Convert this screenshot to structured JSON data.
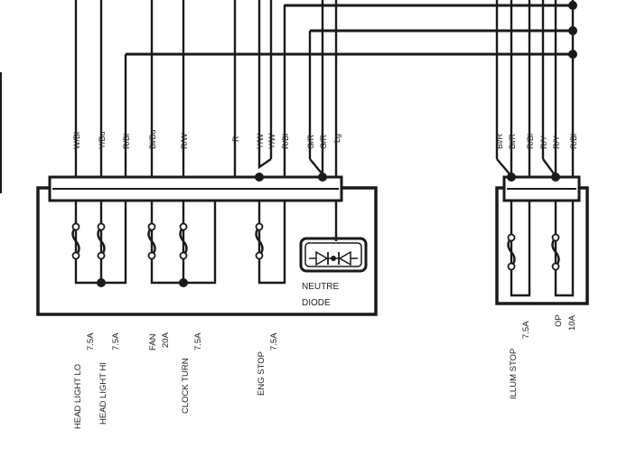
{
  "wires_left": [
    {
      "id": "w1",
      "label": "W/Bl"
    },
    {
      "id": "w2",
      "label": "Y/Bu"
    },
    {
      "id": "w3",
      "label": "R/Bl"
    },
    {
      "id": "w4",
      "label": "Bl/Bu"
    },
    {
      "id": "w5",
      "label": "R/W"
    },
    {
      "id": "w6",
      "label": "R"
    },
    {
      "id": "w7",
      "label": "Y/W"
    },
    {
      "id": "w8",
      "label": "Y/W"
    },
    {
      "id": "w9",
      "label": "R/Bl"
    },
    {
      "id": "w10",
      "label": "G/R"
    },
    {
      "id": "w11",
      "label": "G/R"
    },
    {
      "id": "w12",
      "label": "Lg"
    }
  ],
  "wires_right": [
    {
      "id": "r1",
      "label": "Bl/R"
    },
    {
      "id": "r2",
      "label": "Bl/R"
    },
    {
      "id": "r3",
      "label": "R/Bl"
    },
    {
      "id": "r4",
      "label": "R/Y"
    },
    {
      "id": "r5",
      "label": "R/Y"
    },
    {
      "id": "r6",
      "label": "R/Bl"
    }
  ],
  "fuses": [
    {
      "name": "HEAD LIGHT LO",
      "rating": "7.5A"
    },
    {
      "name": "HEAD LIGHT HI",
      "rating": "7.5A"
    },
    {
      "name": "FAN",
      "rating": "20A"
    },
    {
      "name": "CLOCK TURN",
      "rating": "7.5A"
    },
    {
      "name": "ENG STOP",
      "rating": "7.5A"
    },
    {
      "name": "ILLUM STOP",
      "rating": "7.5A"
    },
    {
      "name": "OP",
      "rating": "10A"
    }
  ],
  "diode": {
    "line1": "NEUTRE",
    "line2": "DIODE"
  }
}
